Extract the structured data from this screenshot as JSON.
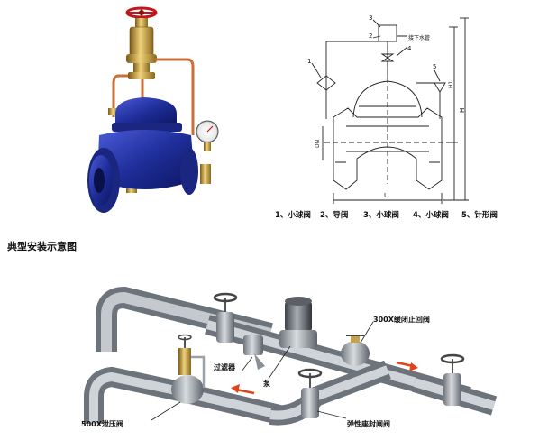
{
  "parts_caption": {
    "items": [
      "1、小球阀",
      "2、导阀",
      "3、小球阀",
      "4、小球阀",
      "5、针形阀"
    ]
  },
  "drawing": {
    "callouts": [
      "1",
      "2",
      "3",
      "4",
      "5"
    ],
    "note_drain": "接下水管",
    "dim_L": "L",
    "dim_DN": "DN",
    "dim_H": "H",
    "dim_H1": "H1"
  },
  "section_title": "典型安装示意图",
  "installation": {
    "label_check_valve": "300X缓闭止回阀",
    "label_strainer": "过滤器",
    "label_pump": "泵",
    "label_pressure_valve": "500X泄压阀",
    "label_gate_valve": "弹性座封闸阀"
  },
  "colors": {
    "valve_blue": "#1f2e9a",
    "brass": "#c8a24a",
    "copper_pipe": "#c9703a",
    "pipe_gray": "#9aa1a8",
    "flow_arrow": "#e0441c"
  }
}
